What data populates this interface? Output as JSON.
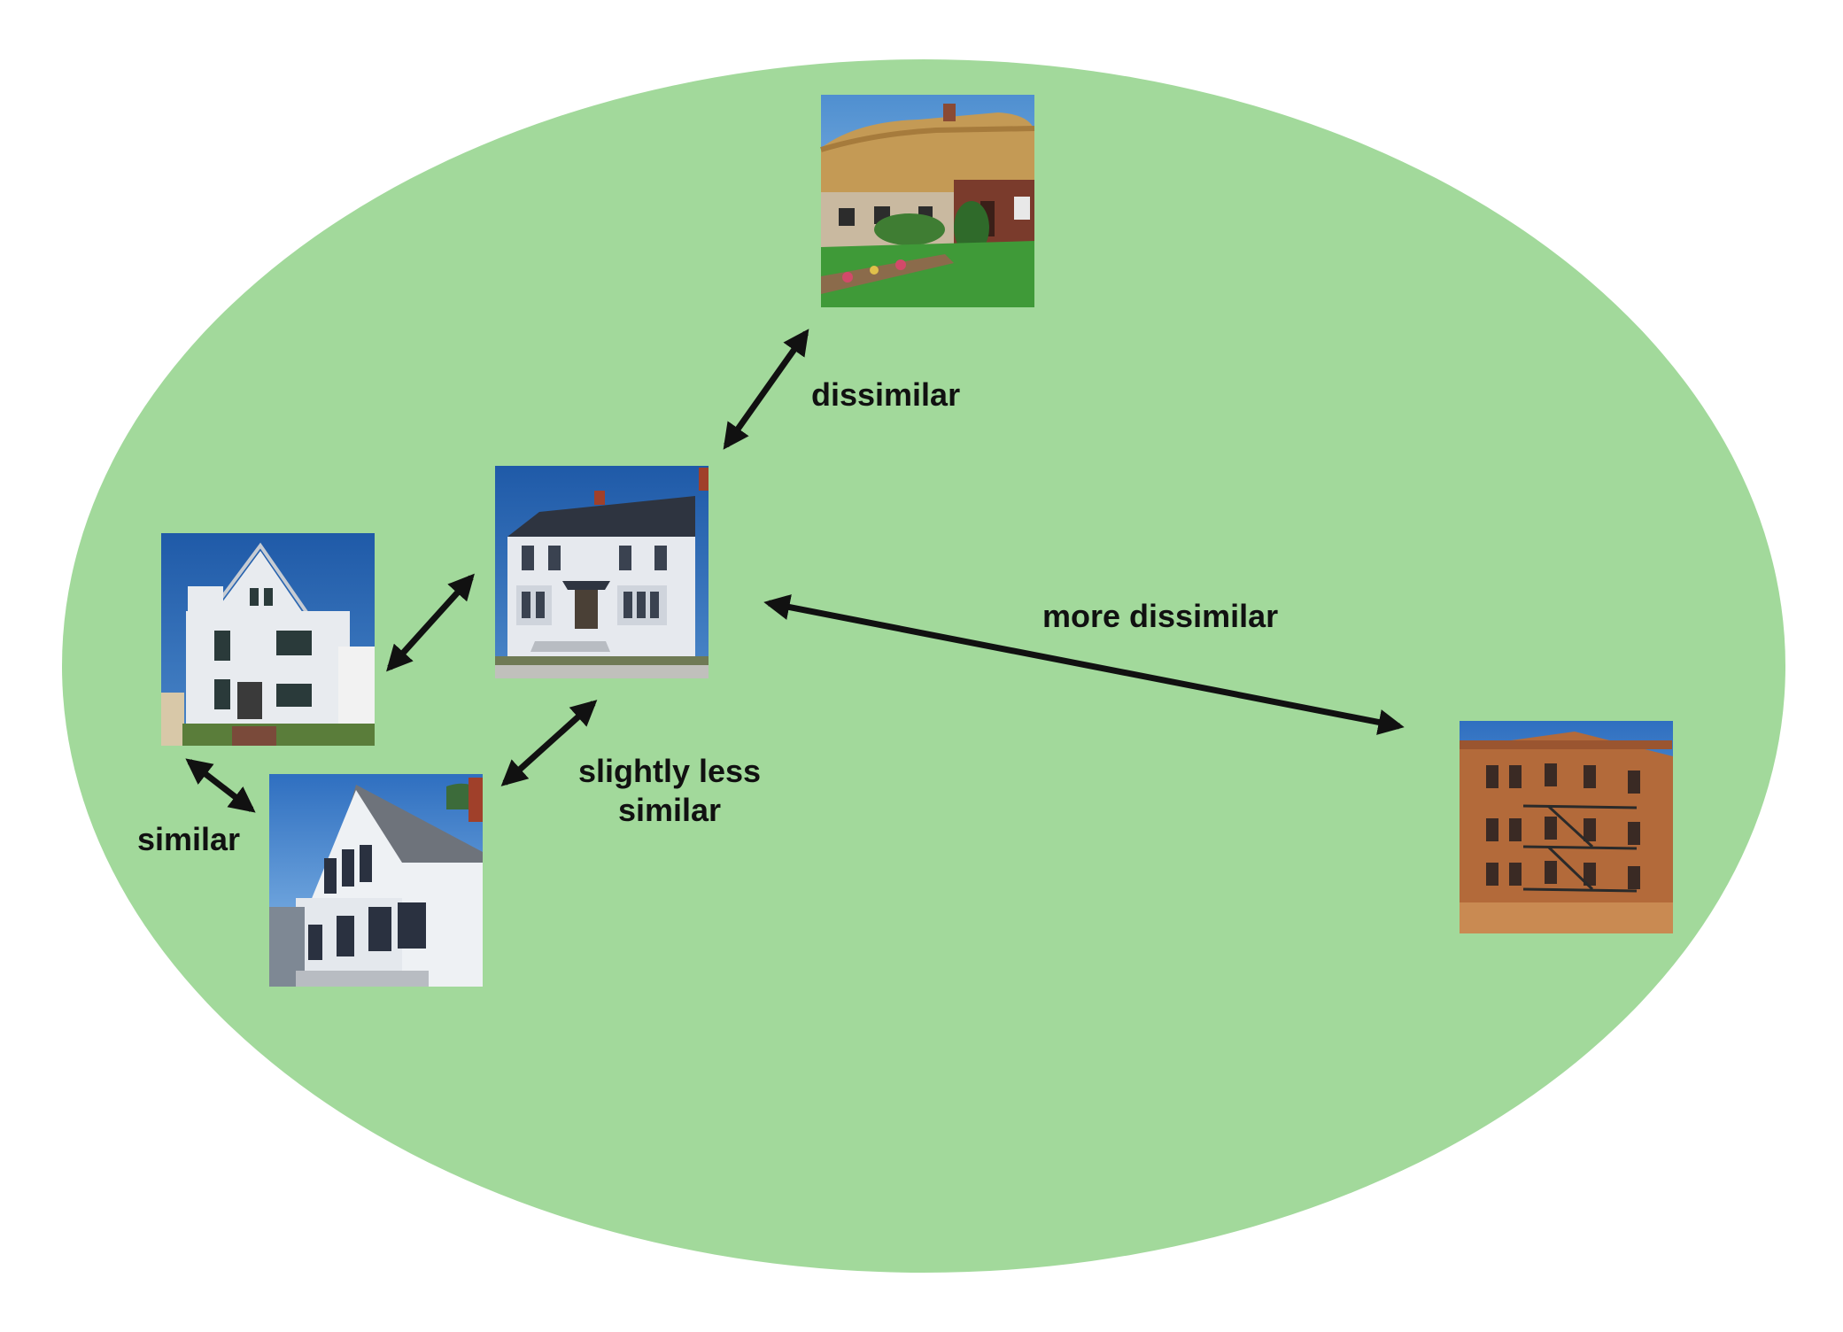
{
  "background_color": "#ffffff",
  "region_color": "#a2d99b",
  "arrow_color": "#111111",
  "labels": {
    "dissimilar": "dissimilar",
    "more_dissimilar": "more dissimilar",
    "slightly_less_1": "slightly less",
    "slightly_less_2": "similar",
    "similar": "similar"
  },
  "images": [
    {
      "id": "thatched-cottage",
      "icon": "thatched-cottage-photo"
    },
    {
      "id": "center-house",
      "icon": "white-clapboard-house-photo"
    },
    {
      "id": "left-house",
      "icon": "white-three-story-house-photo"
    },
    {
      "id": "lower-house",
      "icon": "white-gabled-house-photo"
    },
    {
      "id": "brick-apartment",
      "icon": "brick-apartment-photo"
    }
  ]
}
